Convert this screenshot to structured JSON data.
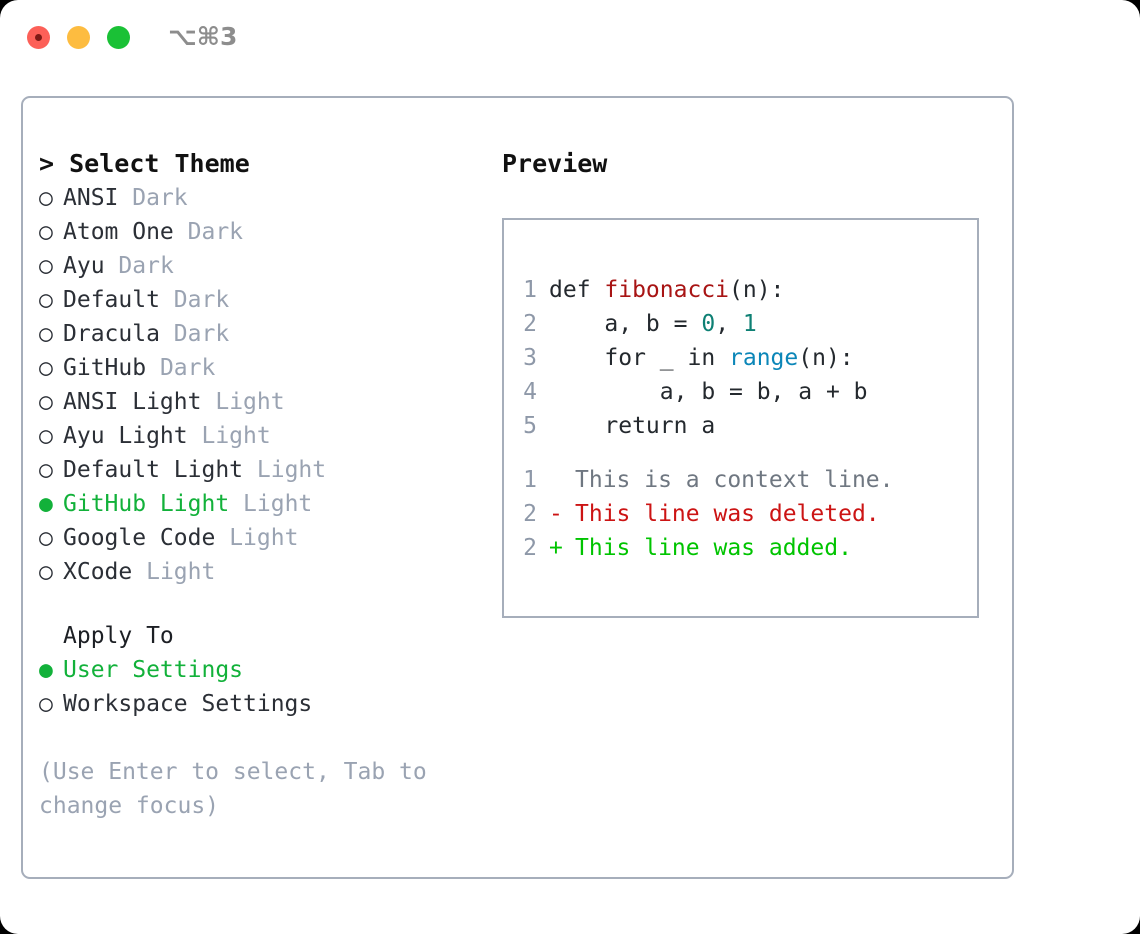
{
  "window": {
    "shortcut": "⌥⌘3",
    "traffic_lights": [
      {
        "name": "close",
        "color": "#fc6058"
      },
      {
        "name": "minimize",
        "color": "#fdbc40"
      },
      {
        "name": "zoom",
        "color": "#1ac136"
      }
    ]
  },
  "theme_selector": {
    "prompt_marker": ">",
    "title": "Select Theme",
    "radio_unselected": "○",
    "radio_selected": "●",
    "items": [
      {
        "name": "ANSI",
        "tag": "Dark",
        "selected": false
      },
      {
        "name": "Atom One",
        "tag": "Dark",
        "selected": false
      },
      {
        "name": "Ayu",
        "tag": "Dark",
        "selected": false
      },
      {
        "name": "Default",
        "tag": "Dark",
        "selected": false
      },
      {
        "name": "Dracula",
        "tag": "Dark",
        "selected": false
      },
      {
        "name": "GitHub",
        "tag": "Dark",
        "selected": false
      },
      {
        "name": "ANSI Light",
        "tag": "Light",
        "selected": false
      },
      {
        "name": "Ayu Light",
        "tag": "Light",
        "selected": false
      },
      {
        "name": "Default Light",
        "tag": "Light",
        "selected": false
      },
      {
        "name": "GitHub Light",
        "tag": "Light",
        "selected": true
      },
      {
        "name": "Google Code",
        "tag": "Light",
        "selected": false
      },
      {
        "name": "XCode",
        "tag": "Light",
        "selected": false
      }
    ]
  },
  "apply_to": {
    "label": "Apply To",
    "options": [
      {
        "name": "User Settings",
        "selected": true
      },
      {
        "name": "Workspace Settings",
        "selected": false
      }
    ]
  },
  "hint": "(Use Enter to select, Tab to change focus)",
  "preview": {
    "title": "Preview",
    "code_lines": [
      {
        "number": "1",
        "tokens": [
          {
            "text": "def ",
            "kind": "plain"
          },
          {
            "text": "fibonacci",
            "kind": "fn"
          },
          {
            "text": "(n):",
            "kind": "plain"
          }
        ]
      },
      {
        "number": "2",
        "tokens": [
          {
            "text": "    a, b = ",
            "kind": "plain"
          },
          {
            "text": "0",
            "kind": "num"
          },
          {
            "text": ", ",
            "kind": "plain"
          },
          {
            "text": "1",
            "kind": "num"
          }
        ]
      },
      {
        "number": "3",
        "tokens": [
          {
            "text": "    for _ in ",
            "kind": "plain"
          },
          {
            "text": "range",
            "kind": "call"
          },
          {
            "text": "(n):",
            "kind": "plain"
          }
        ]
      },
      {
        "number": "4",
        "tokens": [
          {
            "text": "        a, b = b, a + b",
            "kind": "plain"
          }
        ]
      },
      {
        "number": "5",
        "tokens": [
          {
            "text": "    return a",
            "kind": "plain"
          }
        ]
      }
    ],
    "diff_lines": [
      {
        "number": "1",
        "sign": " ",
        "text": "This is a context line.",
        "kind": "context"
      },
      {
        "number": "2",
        "sign": "-",
        "text": "This line was deleted.",
        "kind": "deleted"
      },
      {
        "number": "2",
        "sign": "+",
        "text": "This line was added.",
        "kind": "added"
      }
    ]
  },
  "colors": {
    "accent_green": "#12b13a",
    "muted": "#9aa3b2",
    "border": "#a6aebb",
    "diff_added": "#00c400",
    "diff_deleted": "#cc1414",
    "token_function": "#a81414",
    "token_number": "#0e8074",
    "token_call": "#0b86b8"
  }
}
